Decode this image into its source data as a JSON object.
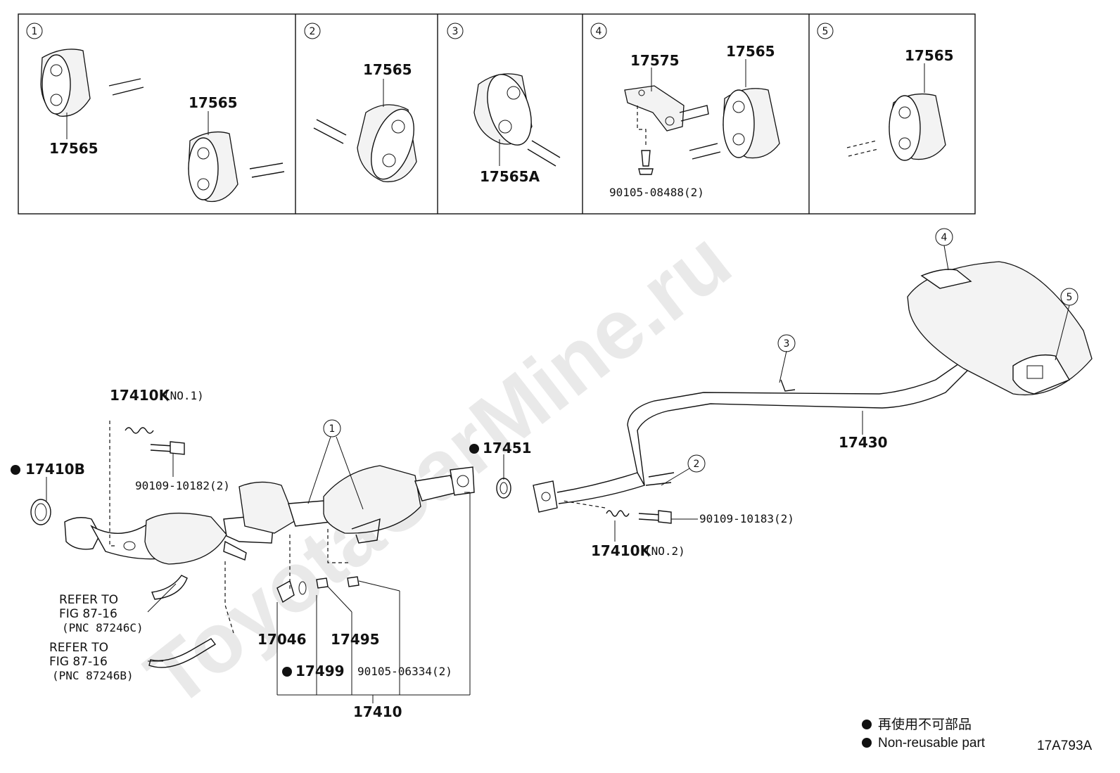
{
  "watermark": "ToyotaCarMine.ru",
  "insets": [
    {
      "num": "1",
      "labels": [
        "17565",
        "17565"
      ]
    },
    {
      "num": "2",
      "labels": [
        "17565"
      ]
    },
    {
      "num": "3",
      "labels": [
        "17565A"
      ]
    },
    {
      "num": "4",
      "labels": [
        "17575",
        "17565",
        "90105-08488(2)"
      ]
    },
    {
      "num": "5",
      "labels": [
        "17565"
      ]
    }
  ],
  "main": {
    "callouts": [
      "1",
      "2",
      "3",
      "4",
      "5"
    ],
    "parts": {
      "p17410K_no1": "17410K",
      "p17410K_no1_sub": "(NO.1)",
      "p17410B": "17410B",
      "p90109_10182": "90109-10182(2)",
      "p17451": "17451",
      "p17430": "17430",
      "p90109_10183": "90109-10183(2)",
      "p17410K_no2": "17410K",
      "p17410K_no2_sub": "(NO.2)",
      "p17046": "17046",
      "p17495": "17495",
      "p17499": "17499",
      "p90105_06334": "90105-06334(2)",
      "p17410": "17410"
    },
    "refers": [
      {
        "line1": "REFER TO",
        "line2": "FIG 87-16",
        "line3": "(PNC 87246C)"
      },
      {
        "line1": "REFER TO",
        "line2": "FIG 87-16",
        "line3": "(PNC 87246B)"
      }
    ]
  },
  "legend": {
    "jp": "再使用不可部品",
    "en": "Non-reusable part"
  },
  "figure_code": "17A793A"
}
